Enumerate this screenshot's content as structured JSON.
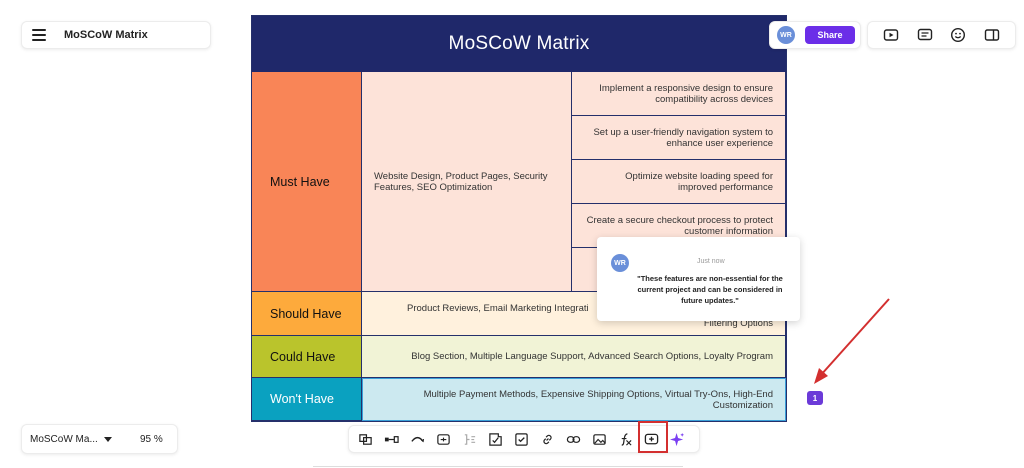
{
  "document": {
    "title": "MoSCoW Matrix"
  },
  "share": {
    "avatar_initials": "WR",
    "button_label": "Share"
  },
  "top_tools": [
    "present-icon",
    "comments-icon",
    "emoji-icon",
    "panel-icon"
  ],
  "matrix": {
    "title": "MoSCoW Matrix",
    "rows": [
      {
        "label": "Must Have",
        "description": "Website Design,  Product Pages,   Security Features,  SEO Optimization",
        "label_color": "#f98557",
        "desc_color": "#fde3d9"
      },
      {
        "label": "Should Have",
        "description": "Product Reviews, Email Marketing Integrati",
        "label_color": "#fdaa3c",
        "desc_color": "#fff1dd",
        "partial_text": "Filtering Options"
      },
      {
        "label": "Could Have",
        "description": "Blog Section, Multiple Language Support, Advanced Search Options, Loyalty Program",
        "label_color": "#bac42c",
        "desc_color": "#f1f3d6"
      },
      {
        "label": "Won't Have",
        "description": "Multiple Payment Methods, Expensive Shipping Options, Virtual Try-Ons, High-End Customization",
        "label_color": "#0aa1c0",
        "desc_color": "#cce9f0"
      }
    ],
    "must_have_tasks": [
      "Implement a responsive design to ensure compatibility across devices",
      "Set up a user-friendly navigation system to enhance user experience",
      "Optimize website loading speed for improved performance",
      "Create a secure checkout process to protect customer information"
    ]
  },
  "comment": {
    "avatar_initials": "WR",
    "time": "Just now",
    "text": "\"These features are non-essential for the current project and can be considered in future updates.\""
  },
  "comment_badge": {
    "count": "1"
  },
  "page_select": {
    "name": "MoSCoW Ma...",
    "zoom": "95 %"
  },
  "colors": {
    "accent": "#6b2ee8",
    "header": "#1f286a",
    "highlight": "#d32f2f"
  }
}
